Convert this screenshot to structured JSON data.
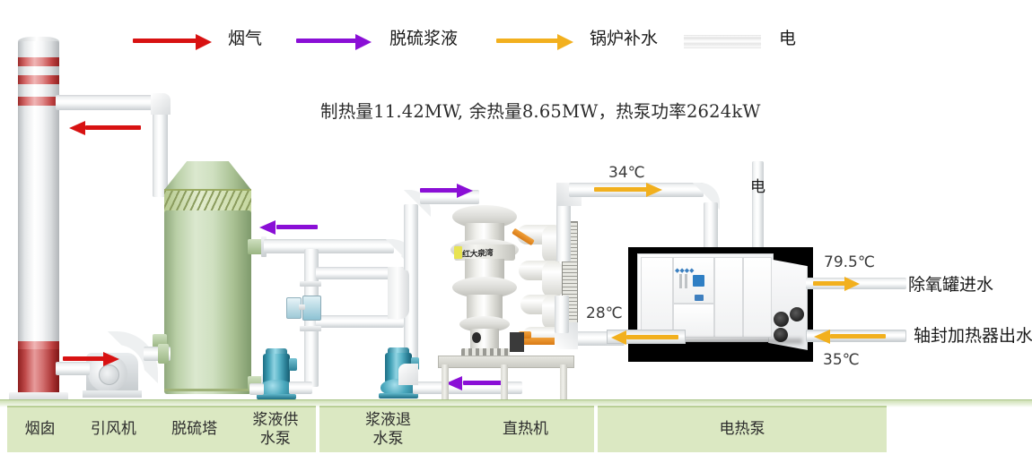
{
  "legend": {
    "items": [
      {
        "label": "烟气",
        "color": "#d81212",
        "type": "arrow"
      },
      {
        "label": "脱硫浆液",
        "color": "#8a0fd6",
        "type": "arrow"
      },
      {
        "label": "锅炉补水",
        "color": "#f2b01e",
        "type": "arrow"
      },
      {
        "label": "电",
        "color": "#e6e6e6",
        "type": "line"
      }
    ]
  },
  "title": {
    "text": "制热量11.42MW, 余热量8.65MW，热泵功率2624kW"
  },
  "annotations": {
    "temp_34": "34℃",
    "temp_28": "28℃",
    "temp_795": "79.5℃",
    "temp_35": "35℃",
    "elec_label": "电",
    "deaerator_inlet": "除氧罐进水",
    "shaft_seal_outlet": "轴封加热器出水"
  },
  "equipment_bar": {
    "group1": [
      {
        "label": "烟囱"
      },
      {
        "label": "引风机"
      },
      {
        "label": "脱硫塔"
      },
      {
        "label": "浆液供\n水泵"
      }
    ],
    "group2": [
      {
        "label": "浆液退\n水泵"
      },
      {
        "label": "直热机"
      }
    ],
    "group3": [
      {
        "label": "电热泵"
      }
    ]
  },
  "machine_labels": {
    "direct_heater_brand": "红大泉湾"
  },
  "colors": {
    "flue_gas": "#d81212",
    "slurry": "#8a0fd6",
    "boiler_water": "#f2b01e",
    "electric": "#e6e6e6",
    "panel_green": "#dbe8c2",
    "panel_border": "#b9cf96",
    "tower_green": "#b9cfa6",
    "pump_teal": "#3f9fb5"
  }
}
